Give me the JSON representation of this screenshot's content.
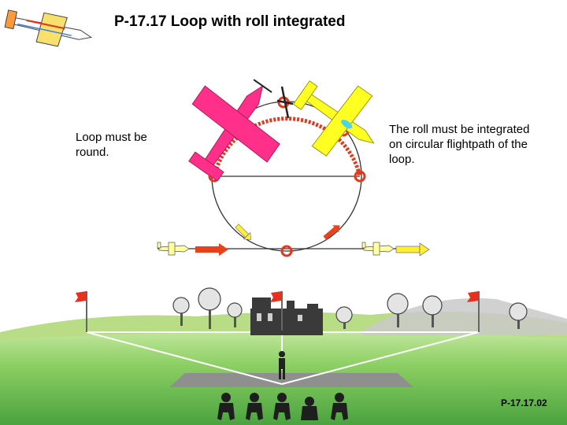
{
  "title": "P-17.17 Loop with roll integrated",
  "notes": {
    "left": "Loop must be round.",
    "right": "The roll must be integrated on circular flightpath of the loop."
  },
  "reference": "P-17.17.02",
  "colors": {
    "sky": "#ffffff",
    "grass_dark": "#58b04a",
    "grass_light": "#b7e38e",
    "runway": "#8a8a8a",
    "path_marker": "#e03a1e",
    "plane_pink": "#ff2f8a",
    "plane_yellow": "#ffff22",
    "arrow_red": "#e8411c",
    "arrow_yellow": "#ffee33",
    "flag": "#e8311c"
  },
  "icons": [
    "aircraft-logo-icon",
    "pink-plane-icon",
    "yellow-plane-icon",
    "small-plane-icon",
    "flag-icon",
    "tree-icon",
    "building-icon",
    "pilot-icon",
    "judge-icon"
  ]
}
